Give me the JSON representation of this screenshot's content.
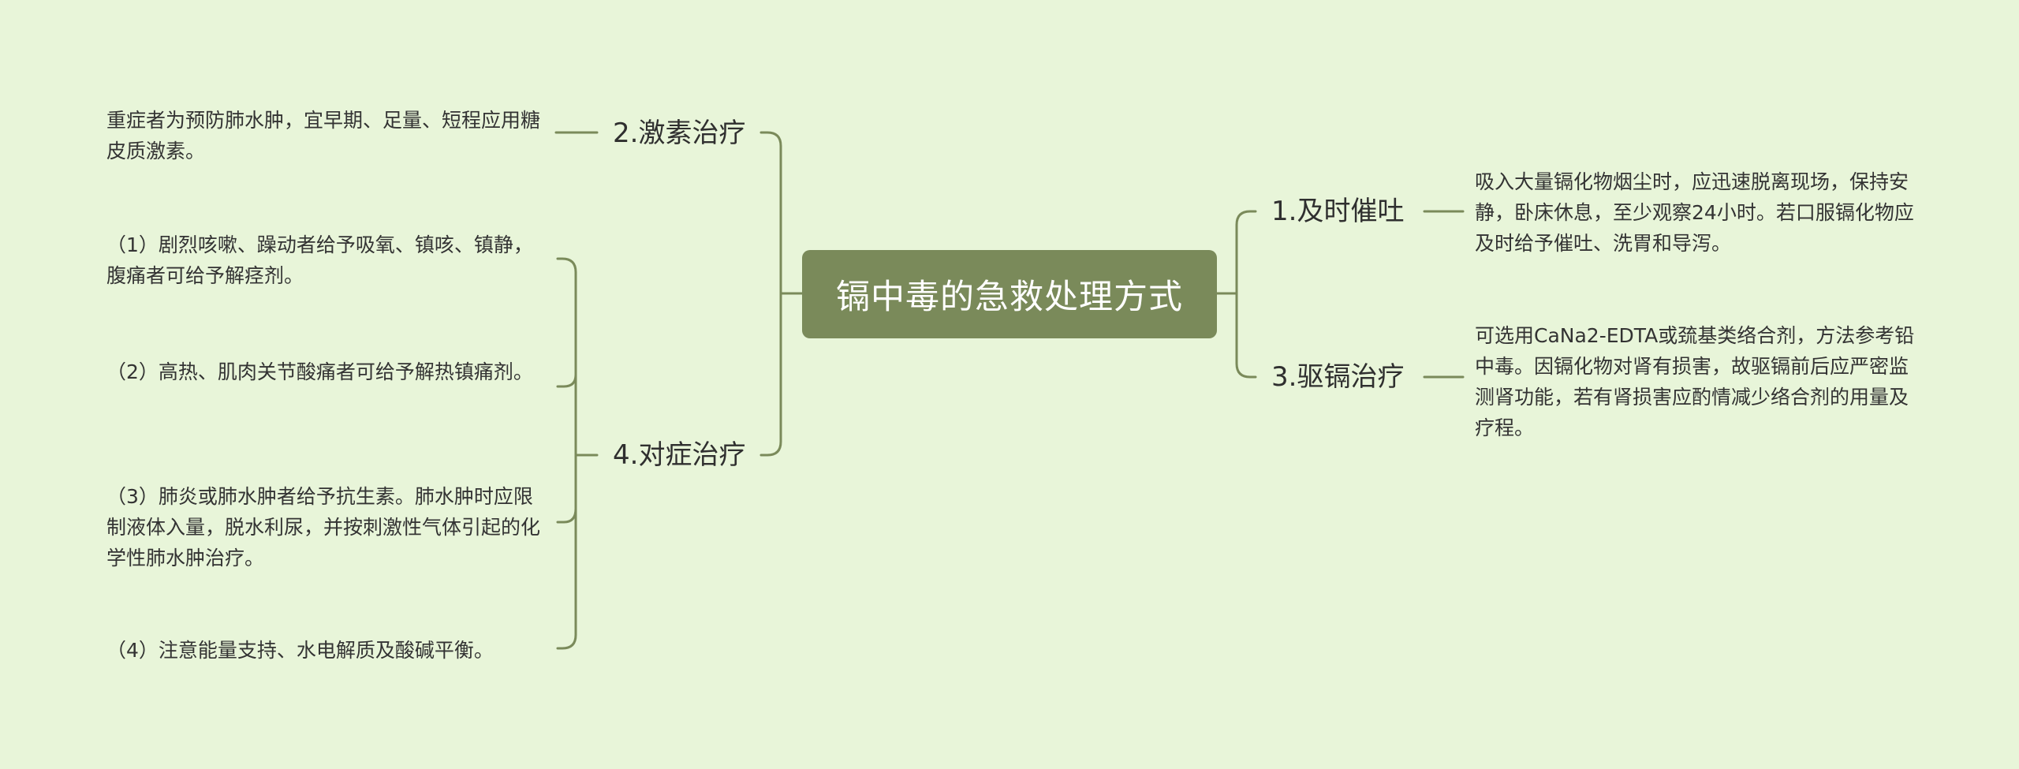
{
  "root": {
    "label": "镉中毒的急救处理方式"
  },
  "left": {
    "branch2": {
      "label": "2.激素治疗",
      "leaf": "重症者为预防肺水肿，宜早期、足量、短程应用糖皮质激素。"
    },
    "branch4": {
      "label": "4.对症治疗",
      "leaves": [
        "（1）剧烈咳嗽、躁动者给予吸氧、镇咳、镇静，腹痛者可给予解痉剂。",
        "（2）高热、肌肉关节酸痛者可给予解热镇痛剂。",
        "（3）肺炎或肺水肿者给予抗生素。肺水肿时应限制液体入量，脱水利尿，并按刺激性气体引起的化学性肺水肿治疗。",
        "（4）注意能量支持、水电解质及酸碱平衡。"
      ]
    }
  },
  "right": {
    "branch1": {
      "label": "1.及时催吐",
      "leaf": "吸入大量镉化物烟尘时，应迅速脱离现场，保持安静，卧床休息，至少观察24小时。若口服镉化物应及时给予催吐、洗胃和导泻。"
    },
    "branch3": {
      "label": "3.驱镉治疗",
      "leaf": "可选用CaNa2-EDTA或巯基类络合剂，方法参考铅中毒。因镉化物对肾有损害，故驱镉前后应严密监测肾功能，若有肾损害应酌情减少络合剂的用量及疗程。"
    }
  },
  "colors": {
    "background": "#e8f5d9",
    "root": "#7a8a5a",
    "line": "#7a8a5a"
  }
}
